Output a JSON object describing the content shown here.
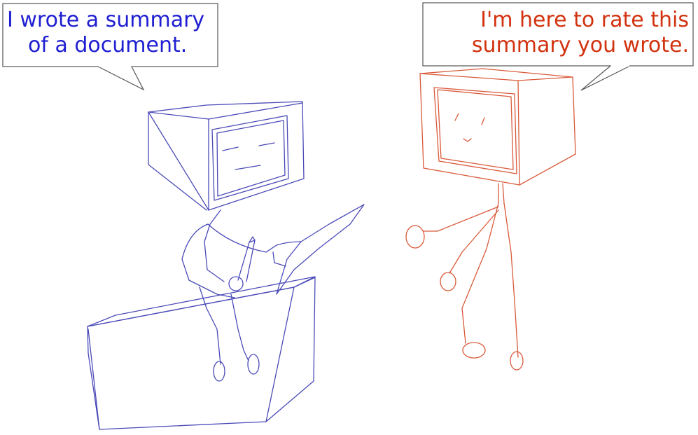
{
  "speech": {
    "left": {
      "line1": "I wrote a summary",
      "line2": "of a document.",
      "color": "#1e1ed2"
    },
    "right": {
      "line1": "I'm here to rate this",
      "line2": "summary you wrote.",
      "color": "#d2320f"
    }
  },
  "characters": {
    "writer_robot": {
      "color": "#4a4ab8",
      "expression": "neutral"
    },
    "rater_robot": {
      "color": "#d95a3a",
      "expression": "smiling"
    }
  }
}
